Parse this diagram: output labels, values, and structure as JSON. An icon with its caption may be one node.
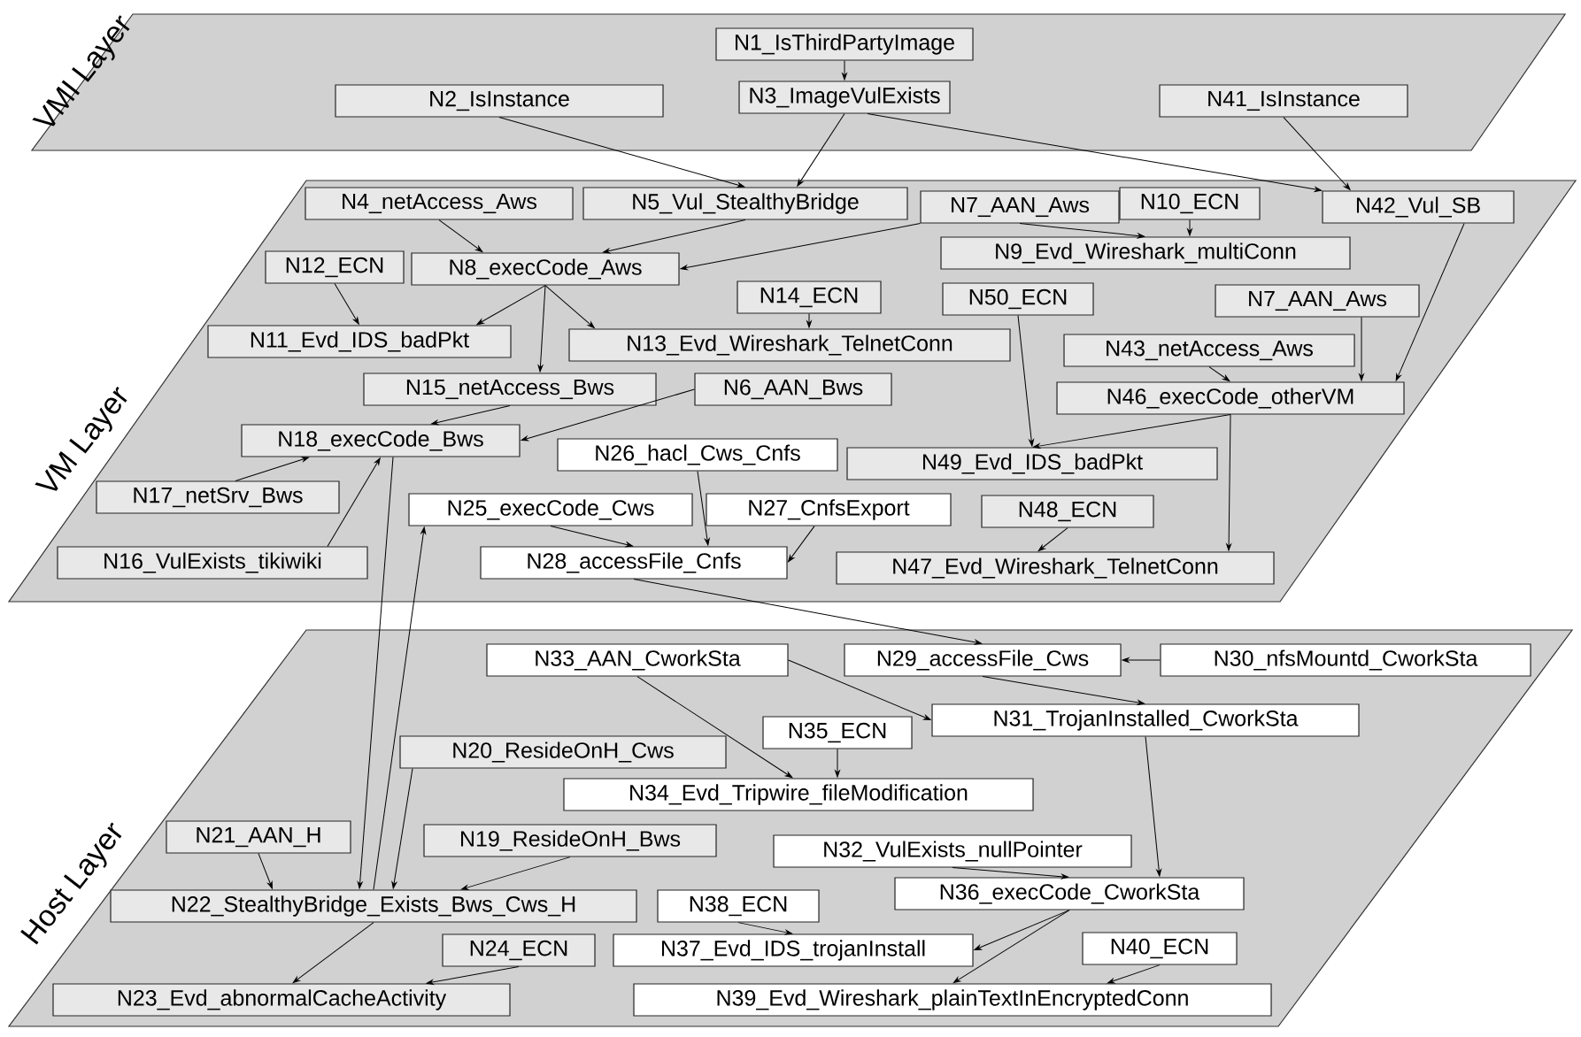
{
  "diagram": {
    "nodes": [
      {
        "text": [
          "VMI Layer"
        ]
      },
      {
        "text": [
          "N1_IsThirdPartyImage"
        ],
        "in": 0
      },
      {
        "text": [
          "N2_IsInstance"
        ],
        "in": 0
      },
      {
        "text": [
          "N3_ImageVulExists"
        ],
        "in": 0
      },
      {
        "text": [
          "N41_IsInstance"
        ],
        "in": 0
      },
      {
        "text": [
          "VM Layer"
        ]
      },
      {
        "text": [
          "N4_netAccess_Aws"
        ],
        "in": 5
      },
      {
        "text": [
          "N5_Vul_StealthyBridge"
        ],
        "in": 5
      },
      {
        "text": [
          "N7_AAN_Aws"
        ],
        "in": 5
      },
      {
        "text": [
          "N10_ECN"
        ],
        "in": 5
      },
      {
        "text": [
          "N42_Vul_SB"
        ],
        "in": 5
      },
      {
        "text": [
          "N9_Evd_Wireshark_multiConn"
        ],
        "in": 5
      },
      {
        "text": [
          "N12_ECN"
        ],
        "in": 5
      },
      {
        "text": [
          "N8_execCode_Aws"
        ],
        "in": 5
      },
      {
        "text": [
          "N14_ECN"
        ],
        "in": 5
      },
      {
        "text": [
          "N50_ECN"
        ],
        "in": 5
      },
      {
        "text": [
          "N7_AAN_Aws"
        ],
        "in": 5
      },
      {
        "text": [
          "N11_Evd_IDS_badPkt"
        ],
        "in": 5
      },
      {
        "text": [
          "N13_Evd_Wireshark_TelnetConn"
        ],
        "in": 5
      },
      {
        "text": [
          "N43_netAccess_Aws"
        ],
        "in": 5
      },
      {
        "text": [
          "N15_netAccess_Bws"
        ],
        "in": 5
      },
      {
        "text": [
          "N6_AAN_Bws"
        ],
        "in": 5
      },
      {
        "text": [
          "N46_execCode_otherVM"
        ],
        "in": 5
      },
      {
        "text": [
          "N18_execCode_Bws"
        ],
        "in": 5
      },
      {
        "text": [
          "N26_hacl_Cws_Cnfs"
        ],
        "in": 5
      },
      {
        "text": [
          "N49_Evd_IDS_badPkt"
        ],
        "in": 5
      },
      {
        "text": [
          "N17_netSrv_Bws"
        ],
        "in": 5
      },
      {
        "text": [
          "N25_execCode_Cws"
        ],
        "in": 5
      },
      {
        "text": [
          "N27_CnfsExport"
        ],
        "in": 5
      },
      {
        "text": [
          "N48_ECN"
        ],
        "in": 5
      },
      {
        "text": [
          "N16_VulExists_tikiwiki"
        ],
        "in": 5
      },
      {
        "text": [
          "N28_accessFile_Cnfs"
        ],
        "in": 5
      },
      {
        "text": [
          "N47_Evd_Wireshark_TelnetConn"
        ],
        "in": 5
      },
      {
        "text": [
          "Host Layer"
        ]
      },
      {
        "text": [
          "N33_AAN_CworkSta"
        ],
        "in": 33
      },
      {
        "text": [
          "N29_accessFile_Cws"
        ],
        "in": 33
      },
      {
        "text": [
          "N30_nfsMountd_CworkSta"
        ],
        "in": 33
      },
      {
        "text": [
          "N31_TrojanInstalled_CworkSta"
        ],
        "in": 33
      },
      {
        "text": [
          "N35_ECN"
        ],
        "in": 33
      },
      {
        "text": [
          "N20_ResideOnH_Cws"
        ],
        "in": 33
      },
      {
        "text": [
          "N34_Evd_Tripwire_fileModification"
        ],
        "in": 33
      },
      {
        "text": [
          "N21_AAN_H"
        ],
        "in": 33
      },
      {
        "text": [
          "N19_ResideOnH_Bws"
        ],
        "in": 33
      },
      {
        "text": [
          "N32_VulExists_nullPointer"
        ],
        "in": 33
      },
      {
        "text": [
          "N22_StealthyBridge_Exists_Bws_Cws_H"
        ],
        "in": 33
      },
      {
        "text": [
          "N38_ECN"
        ],
        "in": 33
      },
      {
        "text": [
          "N36_execCode_CworkSta"
        ],
        "in": 33
      },
      {
        "text": [
          "N24_ECN"
        ],
        "in": 33
      },
      {
        "text": [
          "N37_Evd_IDS_trojanInstall"
        ],
        "in": 33
      },
      {
        "text": [
          "N40_ECN"
        ],
        "in": 33
      },
      {
        "text": [
          "N23_Evd_abnormalCacheActivity"
        ],
        "in": 33
      },
      {
        "text": [
          "N39_Evd_Wireshark_plainTextInEncryptedConn"
        ],
        "in": 33
      }
    ],
    "edges": [
      {
        "from": 1,
        "to": 3,
        "arrow": "to"
      },
      {
        "from": 2,
        "to": 7,
        "arrow": "to"
      },
      {
        "from": 3,
        "to": 7,
        "arrow": "to"
      },
      {
        "from": 3,
        "to": 10,
        "arrow": "to"
      },
      {
        "from": 4,
        "to": 10,
        "arrow": "to"
      },
      {
        "from": 6,
        "to": 13,
        "arrow": "to"
      },
      {
        "from": 7,
        "to": 13,
        "arrow": "to"
      },
      {
        "from": 8,
        "to": 13,
        "arrow": "to"
      },
      {
        "from": 8,
        "to": 11,
        "arrow": "to"
      },
      {
        "from": 9,
        "to": 11,
        "arrow": "to"
      },
      {
        "from": 12,
        "to": 17,
        "arrow": "to"
      },
      {
        "from": 13,
        "to": 17,
        "arrow": "to"
      },
      {
        "from": 13,
        "to": 18,
        "arrow": "to"
      },
      {
        "from": 13,
        "to": 20,
        "arrow": "to"
      },
      {
        "from": 14,
        "to": 18,
        "arrow": "to"
      },
      {
        "from": 20,
        "to": 23,
        "arrow": "to"
      },
      {
        "from": 21,
        "to": 23,
        "arrow": "to"
      },
      {
        "from": 26,
        "to": 23,
        "arrow": "to"
      },
      {
        "from": 30,
        "to": 23,
        "arrow": "to"
      },
      {
        "from": 23,
        "to": 44,
        "arrow": "to"
      },
      {
        "from": 44,
        "to": 27,
        "arrow": "to"
      },
      {
        "from": 39,
        "to": 44,
        "arrow": "to"
      },
      {
        "from": 24,
        "to": 31,
        "arrow": "to"
      },
      {
        "from": 27,
        "to": 31,
        "arrow": "to"
      },
      {
        "from": 28,
        "to": 31,
        "arrow": "to"
      },
      {
        "from": 31,
        "to": 35,
        "arrow": "to"
      },
      {
        "from": 10,
        "to": 22,
        "arrow": "to"
      },
      {
        "from": 16,
        "to": 22,
        "arrow": "to"
      },
      {
        "from": 19,
        "to": 22,
        "arrow": "to"
      },
      {
        "from": 15,
        "to": 25,
        "arrow": "to"
      },
      {
        "from": 22,
        "to": 25,
        "arrow": "to"
      },
      {
        "from": 22,
        "to": 32,
        "arrow": "to"
      },
      {
        "from": 29,
        "to": 32,
        "arrow": "to"
      },
      {
        "from": 34,
        "to": 37,
        "arrow": "to"
      },
      {
        "from": 34,
        "to": 40,
        "arrow": "to"
      },
      {
        "from": 35,
        "to": 37,
        "arrow": "to"
      },
      {
        "from": 36,
        "to": 35,
        "arrow": "to"
      },
      {
        "from": 38,
        "to": 40,
        "arrow": "to"
      },
      {
        "from": 37,
        "to": 46,
        "arrow": "to"
      },
      {
        "from": 43,
        "to": 46,
        "arrow": "to"
      },
      {
        "from": 41,
        "to": 44,
        "arrow": "to"
      },
      {
        "from": 42,
        "to": 44,
        "arrow": "to"
      },
      {
        "from": 44,
        "to": 50,
        "arrow": "to"
      },
      {
        "from": 47,
        "to": 50,
        "arrow": "to"
      },
      {
        "from": 45,
        "to": 48,
        "arrow": "to"
      },
      {
        "from": 46,
        "to": 48,
        "arrow": "to"
      },
      {
        "from": 46,
        "to": 51,
        "arrow": "to"
      },
      {
        "from": 49,
        "to": 51,
        "arrow": "to"
      }
    ]
  }
}
